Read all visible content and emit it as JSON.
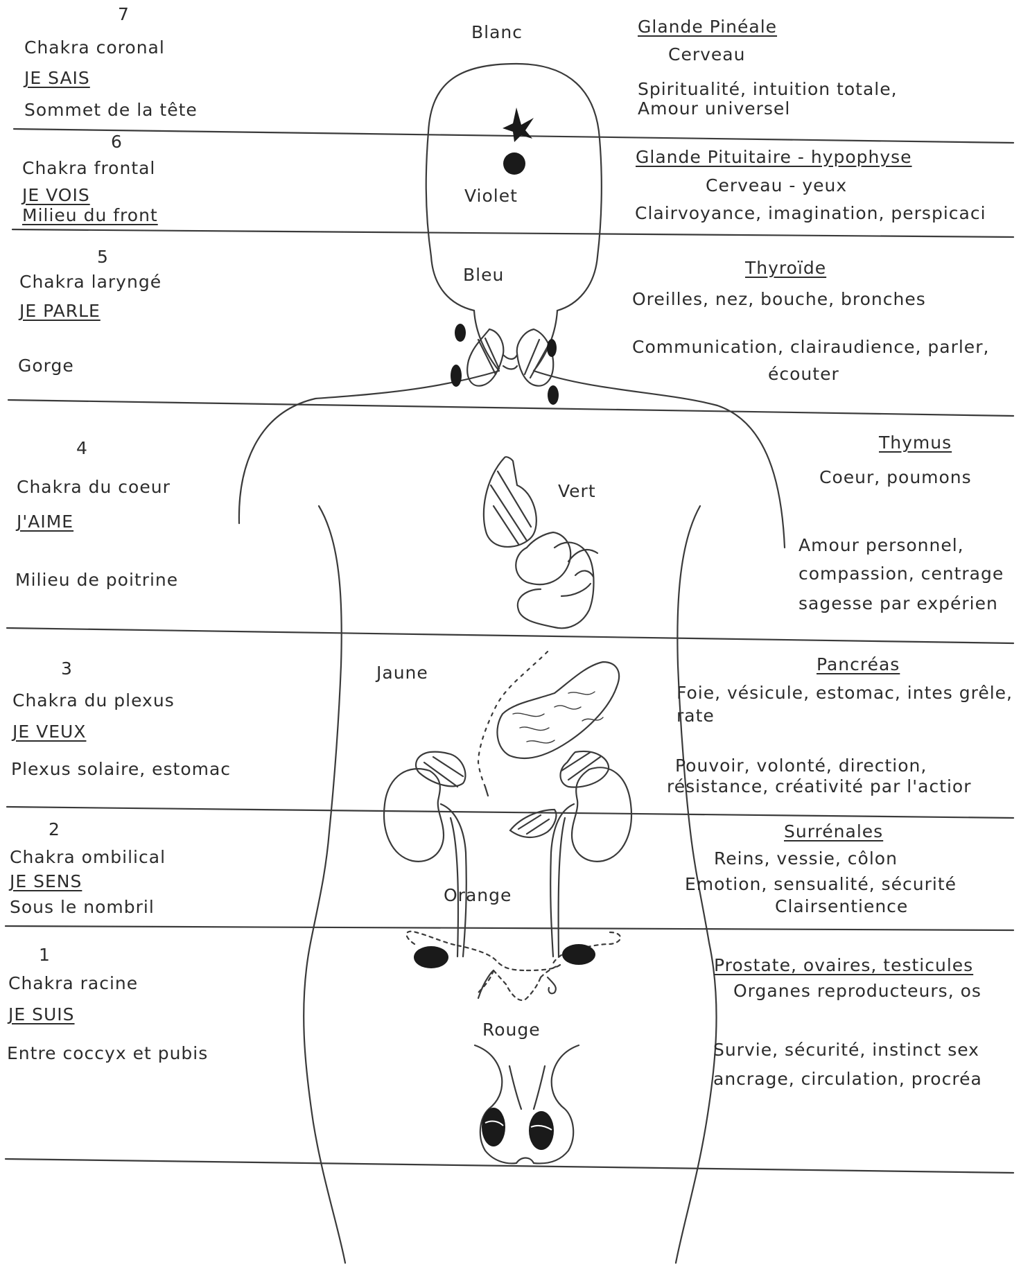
{
  "colors": {
    "ink": "#2c2c2c",
    "mark": "#1a1a1a",
    "line": "#3a3a3a"
  },
  "chakras": [
    {
      "number": "7",
      "name": "Chakra coronal",
      "mantra": "JE SAIS",
      "location": "Sommet de la tête",
      "color": "Blanc",
      "gland": "Glande Pinéale",
      "organs": "Cerveau",
      "qualities": [
        "Spiritualité, intuition totale,",
        "Amour universel"
      ],
      "icon": "star-icon"
    },
    {
      "number": "6",
      "name": "Chakra frontal",
      "mantra": "JE VOIS",
      "location": "Milieu du front",
      "color": "Violet",
      "gland": "Glande Pituitaire - hypophyse",
      "organs": "Cerveau - yeux",
      "qualities": [
        "Clairvoyance, imagination, perspicaci"
      ],
      "icon": "dot-icon"
    },
    {
      "number": "5",
      "name": "Chakra laryngé",
      "mantra": "JE PARLE",
      "location": "Gorge",
      "color": "Bleu",
      "gland": "Thyroïde",
      "organs": "Oreilles, nez, bouche, bronches",
      "qualities": [
        "Communication, clairaudience, parler,",
        "écouter"
      ],
      "icon": "thyroid-icon"
    },
    {
      "number": "4",
      "name": "Chakra du coeur",
      "mantra": "J'AIME",
      "location": "Milieu de poitrine",
      "color": "Vert",
      "gland": "Thymus",
      "organs": "Coeur, poumons",
      "qualities": [
        "Amour personnel,",
        "compassion, centrage",
        "sagesse par expérien"
      ],
      "icon": "heart-icon"
    },
    {
      "number": "3",
      "name": "Chakra du plexus",
      "mantra": "JE VEUX",
      "location": "Plexus solaire, estomac",
      "color": "Jaune",
      "gland": "Pancréas",
      "organs": "Foie,  vésicule,  estomac,  intes grêle, rate",
      "qualities": [
        "Pouvoir, volonté, direction,",
        "résistance, créativité par l'actior"
      ],
      "icon": "pancreas-icon"
    },
    {
      "number": "2",
      "name": "Chakra ombilical",
      "mantra": "JE SENS",
      "location": "Sous le nombril",
      "color": "Orange",
      "gland": "Surrénales",
      "organs": "Reins, vessie, côlon",
      "qualities": [
        "Emotion, sensualité, sécurité",
        "Clairsentience"
      ],
      "icon": "kidney-icon"
    },
    {
      "number": "1",
      "name": "Chakra racine",
      "mantra": "JE SUIS",
      "location": "Entre coccyx et pubis",
      "color": "Rouge",
      "gland": "Prostate, ovaires, testicules",
      "organs": "Organes reproducteurs, os",
      "qualities": [
        "Survie, sécurité, instinct sex",
        "ancrage, circulation, procréa"
      ],
      "icon": "testes-icon"
    }
  ]
}
